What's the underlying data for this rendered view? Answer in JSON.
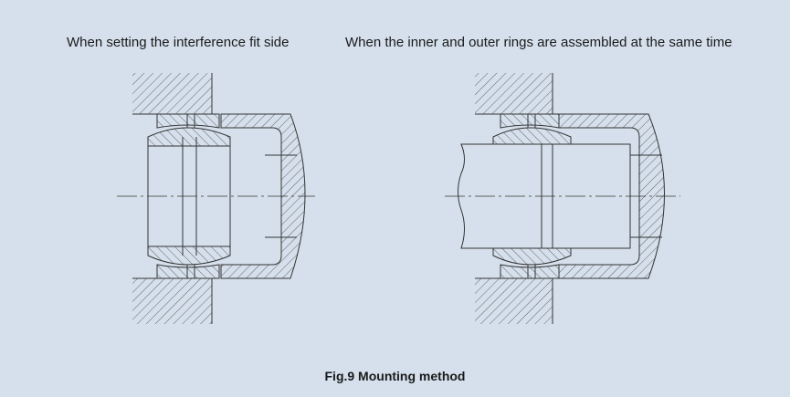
{
  "figure": {
    "caption_left": "When setting the interference fit side",
    "caption_right": "When the inner and outer rings are assembled at the same time",
    "title": "Fig.9  Mounting method"
  },
  "colors": {
    "background": "#d5e0ec",
    "line": "#333333"
  }
}
